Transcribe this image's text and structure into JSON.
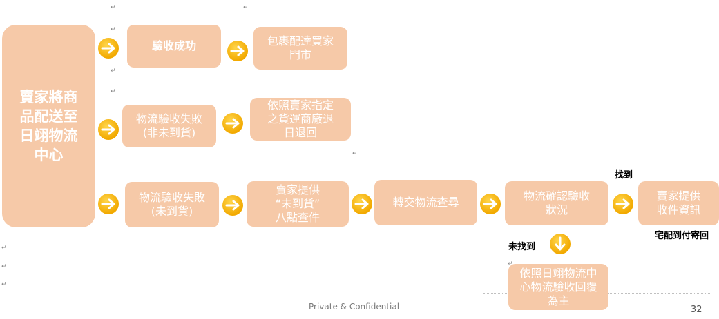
{
  "diagram": {
    "boxes": {
      "start": "賣家將商\n品配送至\n日翊物流\n中心",
      "success": "驗收成功",
      "delivered": "包裹配達買家\n門市",
      "fail_not_missing": "物流驗收失敗\n(非未到貨)",
      "return": "依照賣家指定\n之貨運商廠退\n日退回",
      "fail_missing": "物流驗收失敗\n(未到貨)",
      "seller_provide": "賣家提供\n“未到貨”\n八點查件",
      "transfer": "轉交物流查尋",
      "confirm": "物流確認驗收\n狀況",
      "seller_info": "賣家提供\n收件資訊",
      "follow": "依照日翊物流中\n心物流驗收回覆\n為主"
    },
    "labels": {
      "found": "找到",
      "not_found": "未找到",
      "home_delivery": "宅配到付寄回"
    }
  },
  "footer": {
    "text": "Private & Confidential",
    "page": "32"
  },
  "colors": {
    "box_fill": "#f6c9a8",
    "arrow": "#f2a900"
  }
}
